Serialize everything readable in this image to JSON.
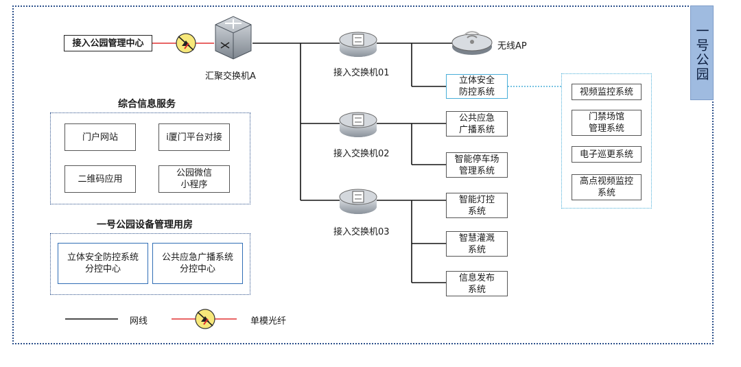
{
  "park_label": "一号公园",
  "mgmt_center": "接入公园管理中心",
  "core_switch": "汇聚交换机A",
  "access_switches": [
    "接入交换机01",
    "接入交换机02",
    "接入交换机03"
  ],
  "wireless_ap": "无线AP",
  "switch01_systems": [
    "立体安全\n防控系统"
  ],
  "switch02_systems": [
    "公共应急\n广播系统",
    "智能停车场\n管理系统"
  ],
  "switch03_systems": [
    "智能灯控\n系统",
    "智慧灌溉\n系统",
    "信息发布\n系统"
  ],
  "security_subsystems": [
    "视频监控系统",
    "门禁场馆\n管理系统",
    "电子巡更系统",
    "高点视频监控\n系统"
  ],
  "info_services": {
    "title": "综合信息服务",
    "items": [
      "门户网站",
      "i厦门平台对接",
      "二维码应用",
      "公园微信\n小程序"
    ]
  },
  "equipment_room": {
    "title": "一号公园设备管理用房",
    "items": [
      "立体安全防控系统\n分控中心",
      "公共应急广播系统\n分控中心"
    ]
  },
  "legend": {
    "network_cable": "网线",
    "single_mode_fiber": "单模光纤"
  },
  "colors": {
    "fiber": "#e03030",
    "frame": "#2b4f8a",
    "accent_blue": "#2f6db5",
    "accent_cyan": "#48aed8",
    "tab_fill": "#9fbbe0"
  }
}
